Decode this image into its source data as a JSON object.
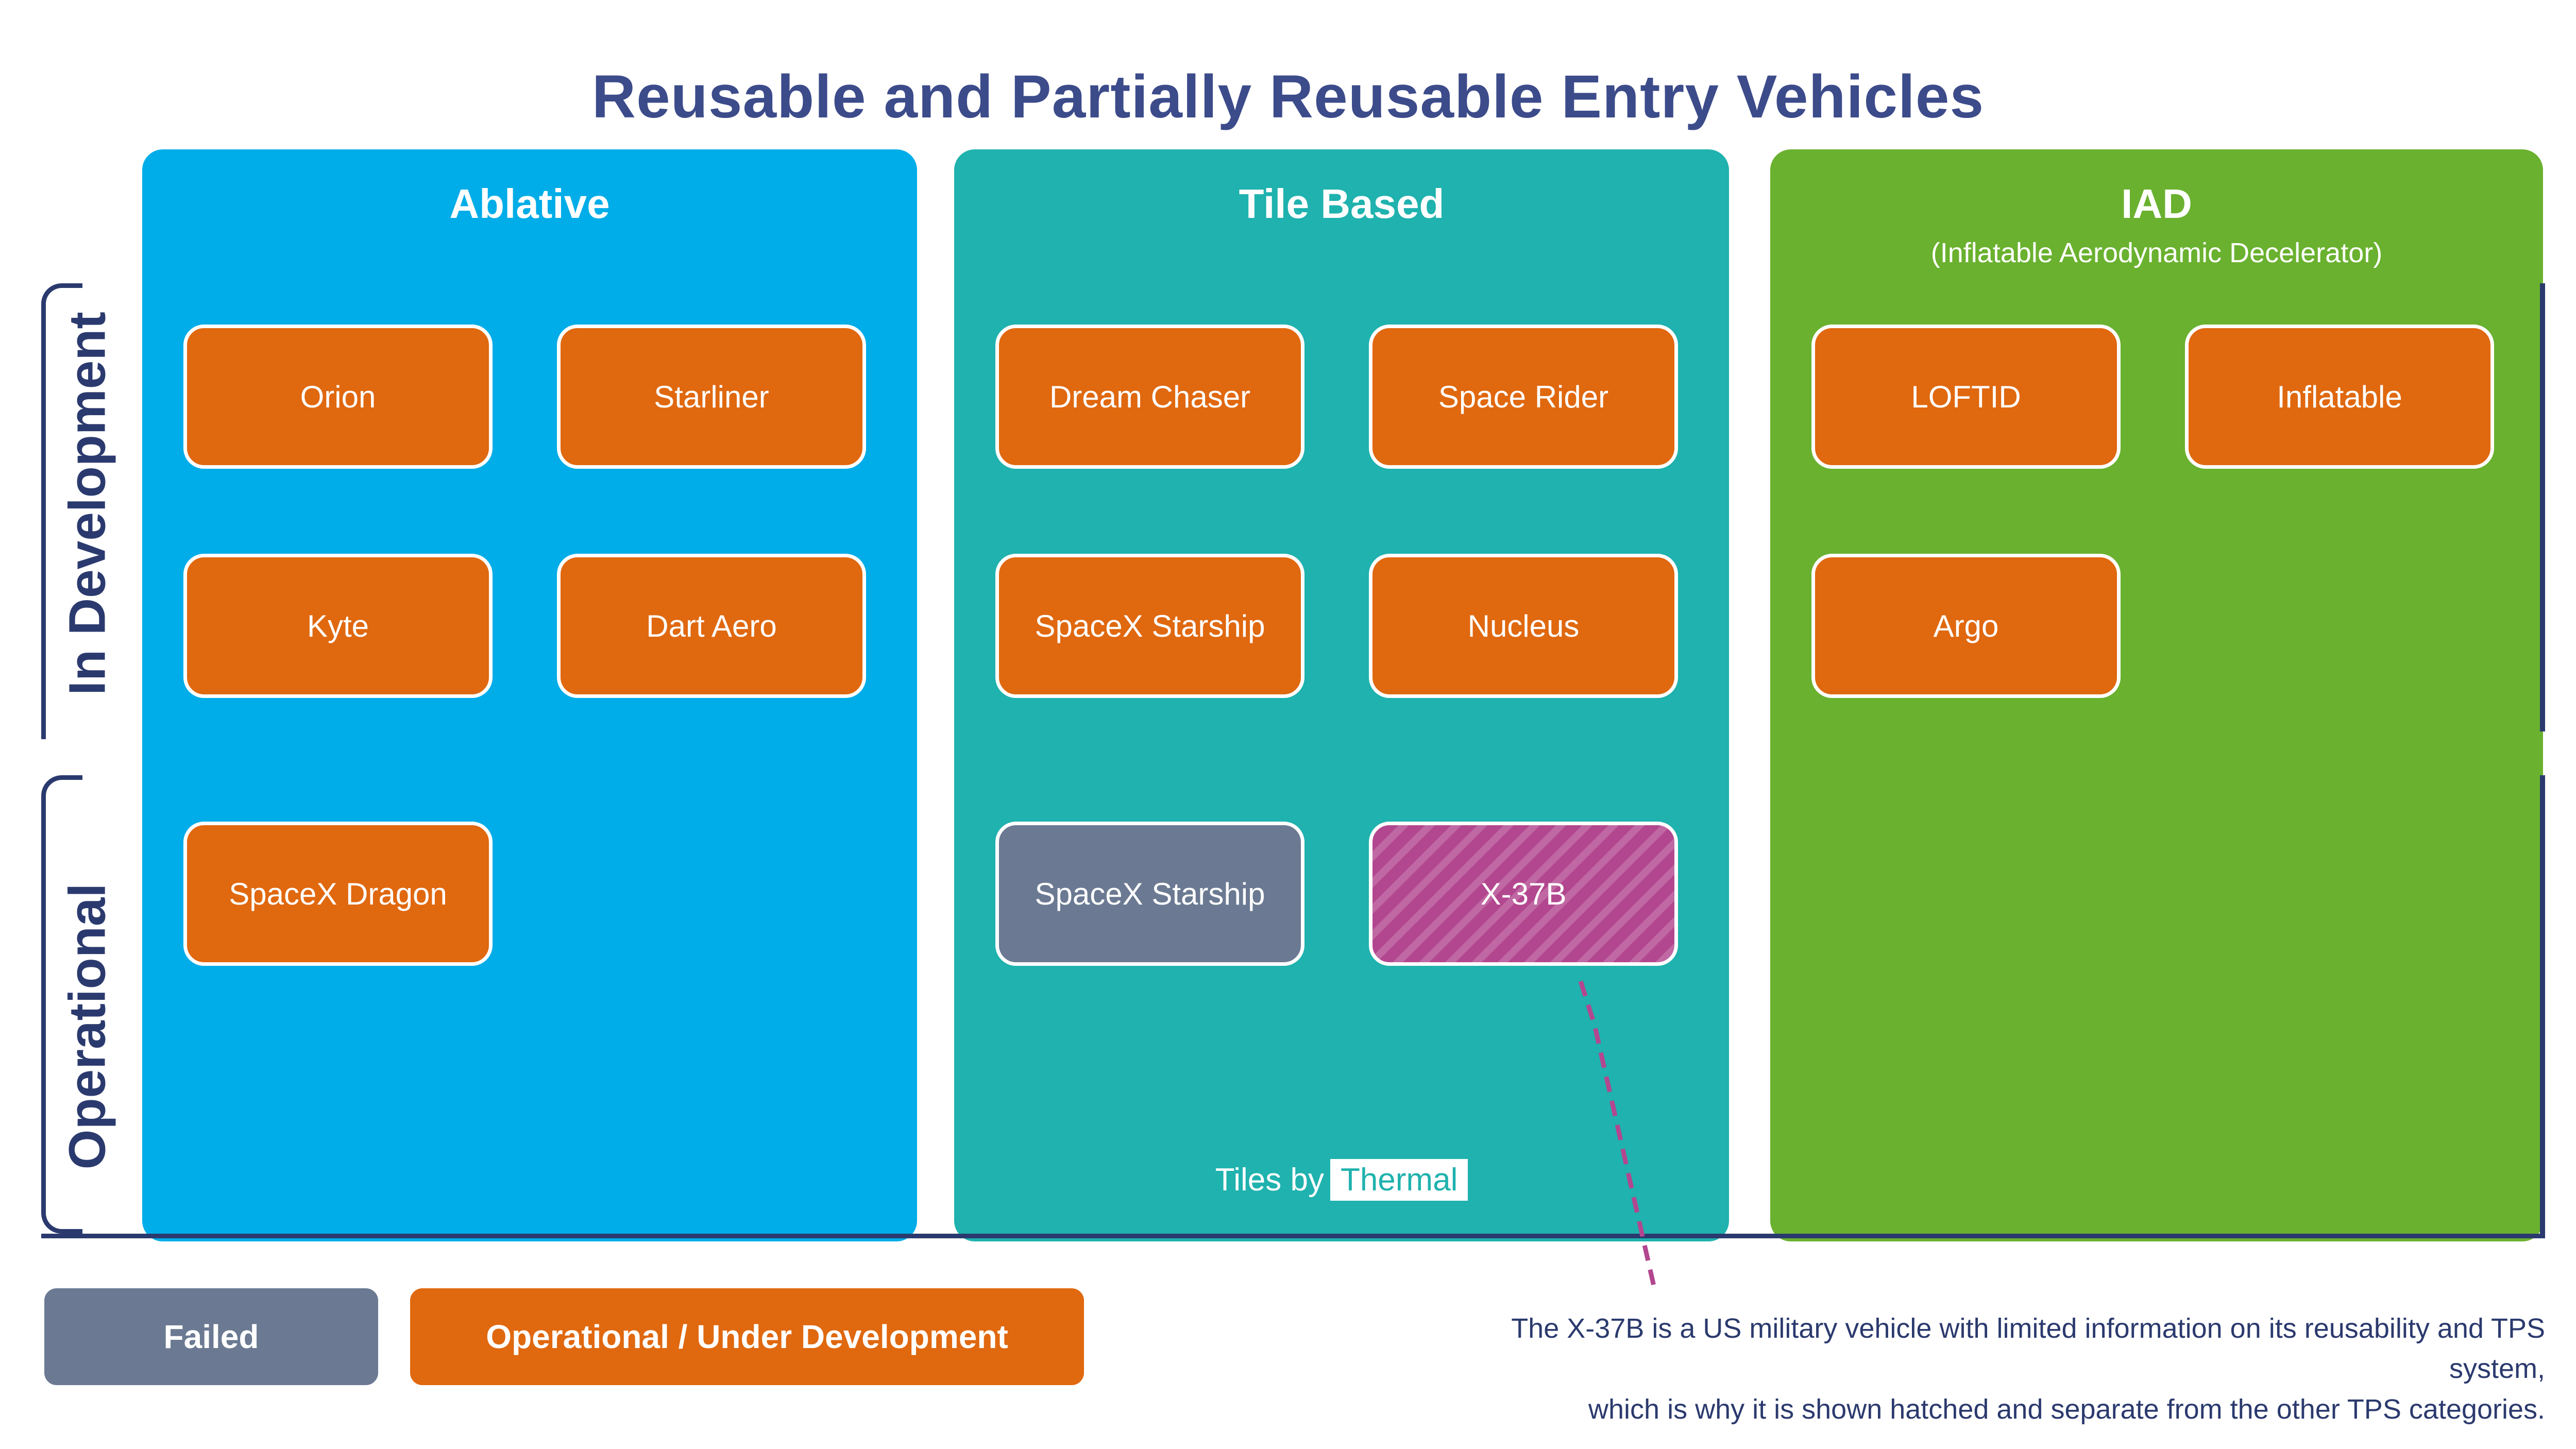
{
  "title": "Reusable and Partially Reusable Entry Vehicles",
  "stages": {
    "development": "In Development",
    "operational": "Operational"
  },
  "columns": {
    "ablative": {
      "heading": "Ablative",
      "boxes": [
        "Orion",
        "Starliner",
        "Kyte",
        "Dart Aero",
        "SpaceX Dragon"
      ]
    },
    "tile": {
      "heading": "Tile Based",
      "boxes": [
        "Dream Chaser",
        "Space Rider",
        "SpaceX Starship",
        "Nucleus",
        "SpaceX Starship",
        "X-37B"
      ]
    },
    "iad": {
      "heading": "IAD",
      "subheading": "(Inflatable Aerodynamic Decelerator)",
      "boxes": [
        "LOFTID",
        "Inflatable",
        "Argo"
      ]
    }
  },
  "tile_footnote": {
    "text": "Tiles by",
    "tag": "Thermal"
  },
  "legend": {
    "failed": "Failed",
    "development": "Operational / Under Development"
  },
  "annotation": {
    "line1": "The X-37B is a US military vehicle with limited information on its reusability and TPS system,",
    "line2": "which is why it is shown hatched and separate from the other TPS categories."
  },
  "colors": {
    "ablative": "#00ade8",
    "tile": "#1fb2ae",
    "iad": "#6ab12f",
    "development_box": "#e0680f",
    "failed_box": "#6b7a92",
    "hatched_box": "#b2478f",
    "title": "#3c4b8a",
    "bracket": "#2b3a6e"
  }
}
